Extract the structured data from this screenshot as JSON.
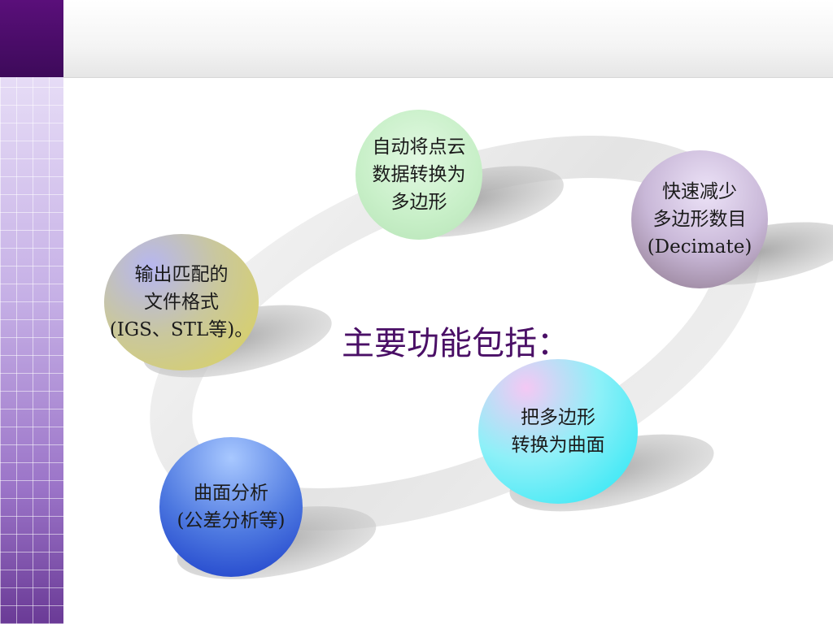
{
  "main": {
    "title": "主要功能包括：",
    "features": [
      {
        "lines": [
          "自动将点云",
          "数据转换为",
          "多边形"
        ]
      },
      {
        "lines": [
          "快速减少",
          "多边形数目",
          "(Decimate)"
        ]
      },
      {
        "lines": [
          "输出匹配的",
          "文件格式",
          "(IGS、STL等)。"
        ]
      },
      {
        "lines": [
          "把多边形",
          "转换为曲面"
        ]
      },
      {
        "lines": [
          "曲面分析",
          "(公差分析等)"
        ]
      }
    ]
  },
  "colors": {
    "title": "#4a0f66",
    "sidebar_dark": "#5a0f7a",
    "sidebar_light": "#e6dcf6"
  }
}
